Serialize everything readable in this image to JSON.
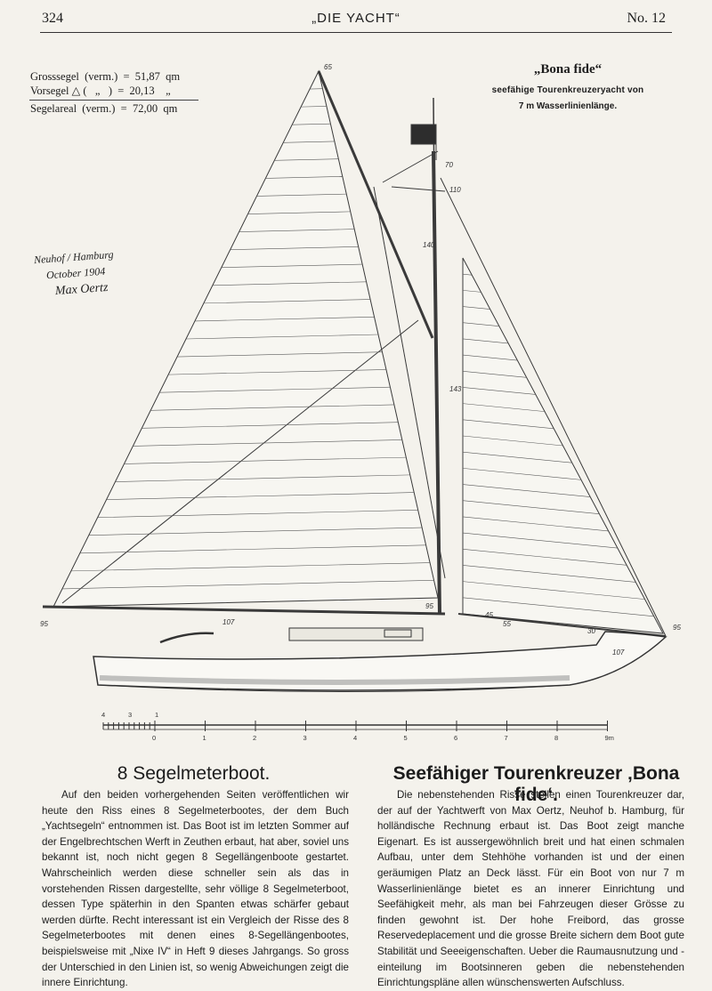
{
  "header": {
    "page_number": "324",
    "title": "„DIE YACHT“",
    "issue": "No. 12"
  },
  "sail_specs": [
    "Grosssegel  (verm.)  =  51,87  qm",
    "Vorsegel △ (   „   )  =  20,13    „",
    "Segelareal  (verm.)  =  72,00  qm"
  ],
  "boat_caption": {
    "name": "„Bona fide“",
    "line1": "seefähige Tourenkreuzeryacht von",
    "line2": "7 m Wasserlinienlänge."
  },
  "signature": {
    "line1": "Neuhof / Hamburg",
    "line2": "October 1904",
    "line3": "Max Oertz"
  },
  "drawing_labels": {
    "masthead": "65",
    "flag_height": "70",
    "stay_top": "110",
    "mast_mid": "143",
    "gaff": "95",
    "boom_end": "95",
    "boom_mark": "107",
    "bow_sprit": "95",
    "bow_mark": "107",
    "jib_mark": "55",
    "fore_mark": "30",
    "deck_mark": "45",
    "upper_mark": "140"
  },
  "scale_bar": {
    "left_ticks": [
      "4",
      "3",
      "1"
    ],
    "ticks": [
      "0",
      "1",
      "2",
      "3",
      "4",
      "5",
      "6",
      "7",
      "8",
      "9m"
    ]
  },
  "left_article": {
    "heading": "8 Segelmeterboot.",
    "body": "Auf den beiden vorhergehenden Seiten veröffentlichen wir heute den Riss eines 8 Segelmeterbootes, der dem Buch „Yachtsegeln“ entnommen ist. Das Boot ist im letzten Sommer auf der Engelbrechtschen Werft in Zeuthen erbaut, hat aber, soviel uns bekannt ist, noch nicht gegen 8 Segellängenboote gestartet. Wahrscheinlich werden diese schneller sein als das in vorstehenden Rissen dargestellte, sehr völlige 8 Segelmeterboot, dessen Type späterhin in den Spanten etwas schärfer gebaut werden dürfte. Recht interessant ist ein Vergleich der Risse des 8 Segelmeterbootes mit denen eines 8-Segellängenbootes, beispielsweise mit „Nixe IV“ in Heft 9 dieses Jahrgangs. So gross der Unterschied in den Linien ist, so wenig Abweichungen zeigt die innere Einrichtung."
  },
  "right_article": {
    "heading": "Seefähiger Tourenkreuzer ‚Bona fide‘.",
    "body": "Die nebenstehenden Risse stellen einen Tourenkreuzer dar, der auf der Yachtwerft von Max Oertz, Neuhof b. Hamburg, für holländische Rechnung erbaut ist. Das Boot zeigt manche Eigenart. Es ist aussergewöhnlich breit und hat einen schmalen Aufbau, unter dem Stehhöhe vorhanden ist und der einen geräumigen Platz an Deck lässt. Für ein Boot von nur 7 m Wasserlinienlänge bietet es an innerer Einrichtung und Seefähigkeit mehr, als man bei Fahrzeugen dieser Grösse zu finden gewohnt ist. Der hohe Freibord, das grosse Reservedeplacement und die grosse Breite sichern dem Boot gute Stabilität und Seeeigenschaften. Ueber die Raumausnutzung und -einteilung im Bootsinneren geben die nebenstehenden Einrichtungspläne allen wünschenswerten Aufschluss."
  },
  "colors": {
    "paper": "#f4f2ec",
    "ink": "#1c1c1c",
    "line": "#3a3a3a"
  }
}
